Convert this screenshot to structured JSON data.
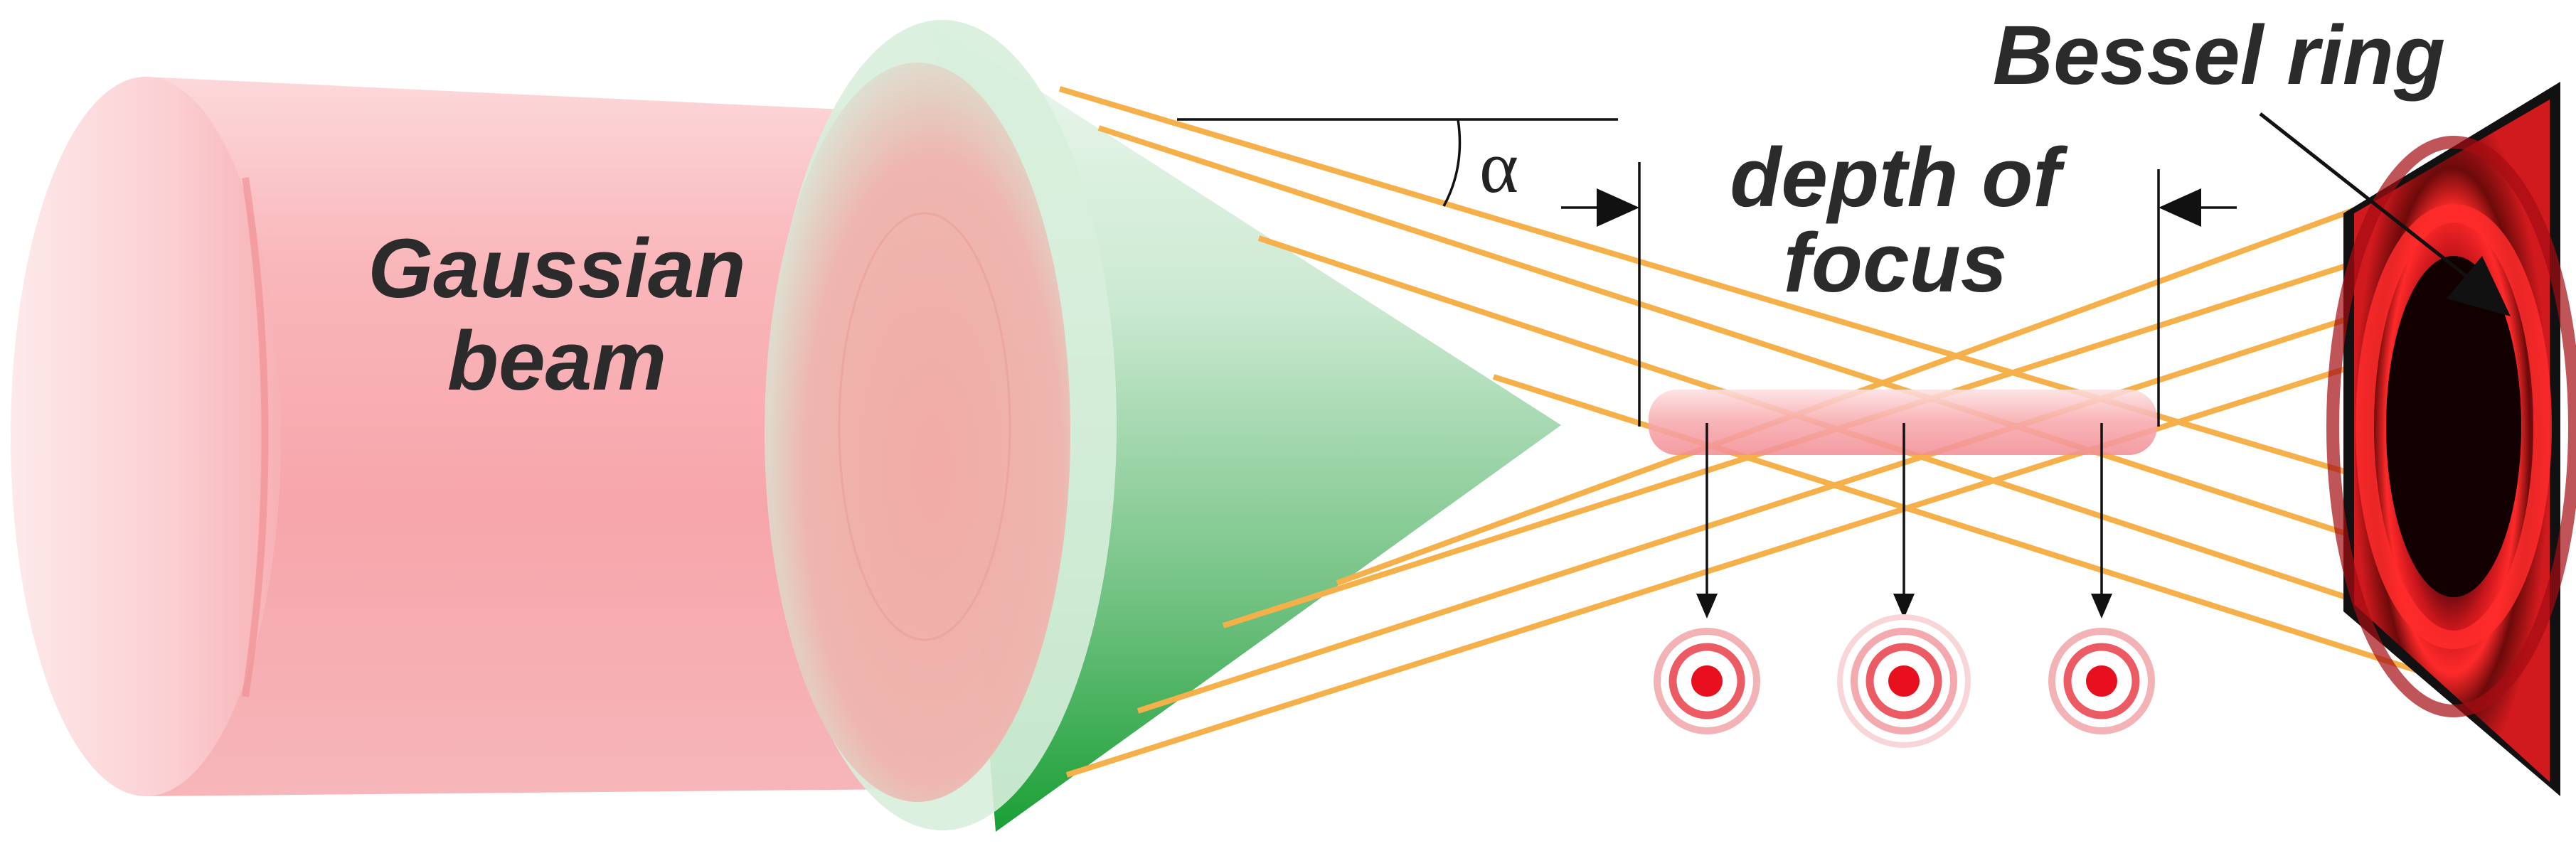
{
  "labels": {
    "gaussian_beam_line1": "Gaussian",
    "gaussian_beam_line2": "beam",
    "depth_of_focus_line1": "depth of",
    "depth_of_focus_line2": "focus",
    "bessel_ring": "Bessel ring",
    "alpha": "α"
  },
  "colors": {
    "beam_pink": "#f7a7ab",
    "axicon_green": "#3aa64a",
    "ray_orange": "#f5b04a",
    "focus_rod": "#f6a4a8",
    "spot_red": "#e8101e",
    "screen_black": "#111111",
    "ring_red": "#e0191f"
  },
  "icons": {
    "focus_spot": "concentric-red-ring-spot",
    "screen": "bessel-ring-screen"
  }
}
